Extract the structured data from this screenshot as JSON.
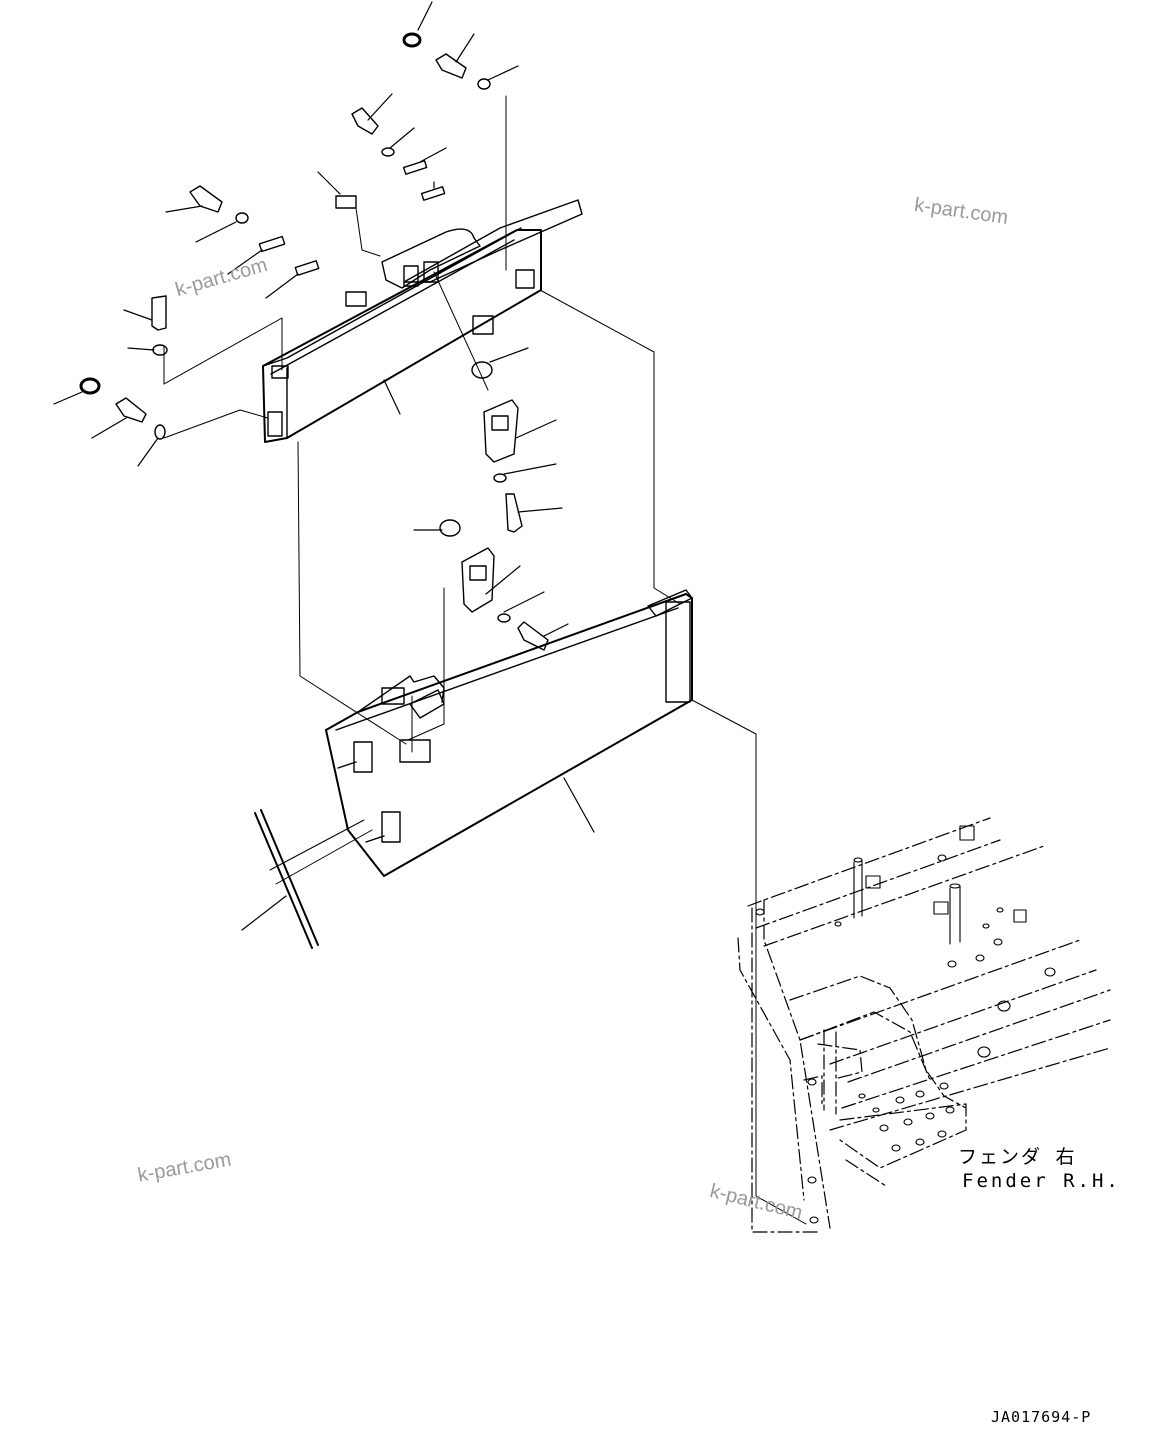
{
  "labels": {
    "fender_jp": "フェンダ 右",
    "fender_en": "Fender R.H.",
    "drawing_number": "JA017694-P"
  },
  "watermark": "k-part.com",
  "colors": {
    "line": "#000000",
    "watermark": "#9a9a9a",
    "background": "#ffffff"
  }
}
